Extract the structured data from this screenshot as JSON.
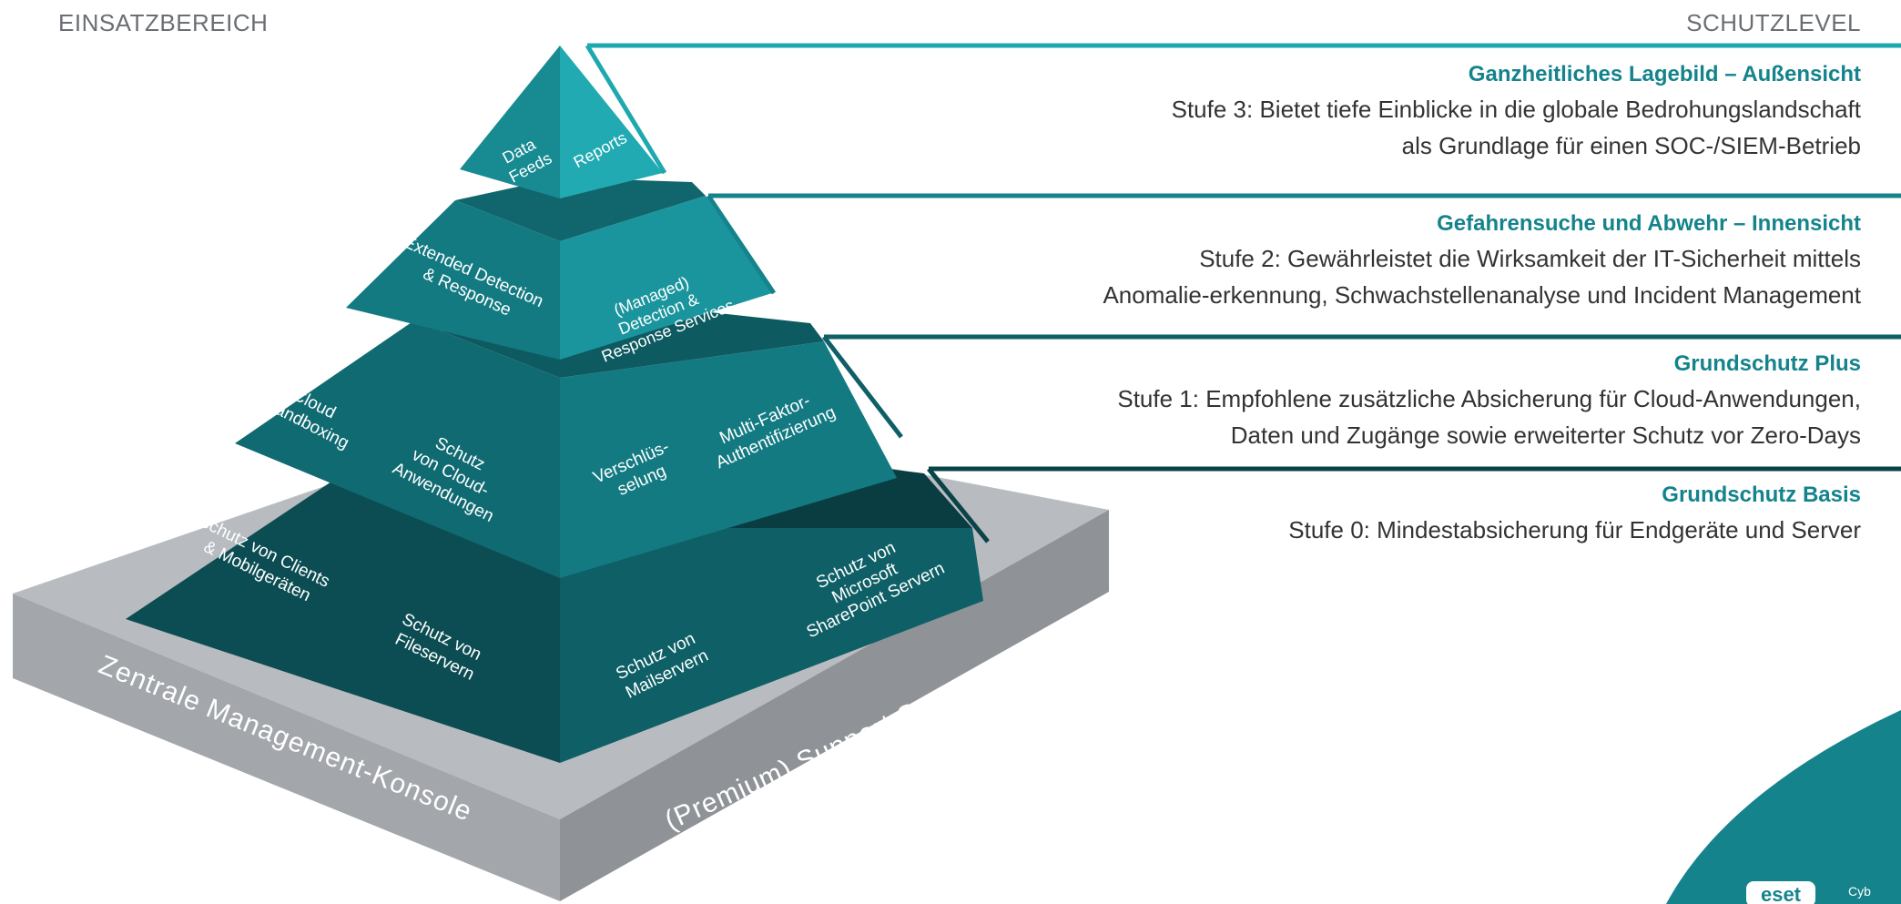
{
  "headers": {
    "left": "EINSATZBEREICH",
    "right": "SCHUTZLEVEL"
  },
  "pyramid": {
    "top": {
      "left": [
        "Data",
        "Feeds"
      ],
      "right": [
        "Reports"
      ]
    },
    "level2": {
      "left": [
        "Extended Detection",
        "& Response"
      ],
      "right": [
        "(Managed)",
        "Detection &",
        "Response Services"
      ]
    },
    "level1": {
      "left_a": [
        "Cloud",
        "Sandboxing"
      ],
      "left_b": [
        "Schutz",
        "von Cloud-",
        "Anwendungen"
      ],
      "right_a": [
        "Verschlüs-",
        "selung"
      ],
      "right_b": [
        "Multi-Faktor-",
        "Authentifizierung"
      ]
    },
    "level0": {
      "left_a": [
        "Schutz von Clients",
        "& Mobilgeräten"
      ],
      "left_b": [
        "Schutz von",
        "Fileservern"
      ],
      "right_a": [
        "Schutz von",
        "Mailservern"
      ],
      "right_b": [
        "Schutz von",
        "Microsoft",
        "SharePoint Servern"
      ]
    },
    "base": {
      "left": "Zentrale Management-Konsole",
      "right": "(Premium) Support Services"
    }
  },
  "levels": [
    {
      "title": "Ganzheitliches Lagebild – Außensicht",
      "lines": [
        "Stufe 3: Bietet tiefe Einblicke in die globale Bedrohungslandschaft",
        "als Grundlage für einen SOC-/SIEM-Betrieb"
      ]
    },
    {
      "title": "Gefahrensuche und Abwehr – Innensicht",
      "lines": [
        "Stufe 2: Gewährleistet die Wirksamkeit der IT-Sicherheit mittels",
        "Anomalie-erkennung, Schwachstellenanalyse und Incident Management"
      ]
    },
    {
      "title": "Grundschutz Plus",
      "lines": [
        "Stufe 1: Empfohlene zusätzliche Absicherung für Cloud-Anwendungen,",
        "Daten und Zugänge sowie erweiterter Schutz vor Zero-Days"
      ]
    },
    {
      "title": "Grundschutz Basis",
      "lines": [
        "Stufe 0: Mindestabsicherung für Endgeräte und Server"
      ]
    }
  ],
  "brand": {
    "logo": "eset",
    "tagline": "Cyb"
  },
  "colors": {
    "teal_light": "#1fa8b0",
    "teal_mid": "#14838c",
    "teal_dark": "#0e5f66",
    "teal_darkest": "#0a4449",
    "base_grey": "#a9adb1",
    "header_grey": "#6b6f73"
  }
}
